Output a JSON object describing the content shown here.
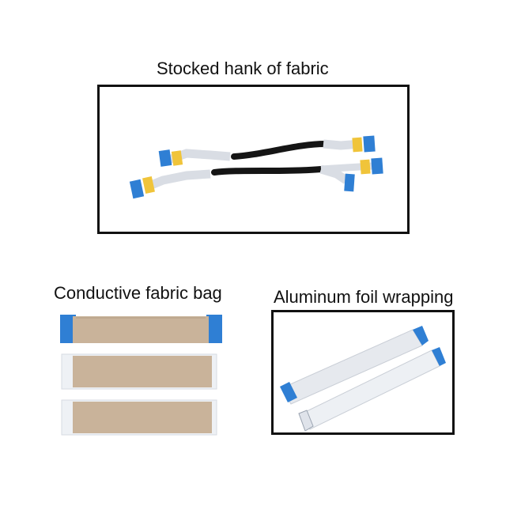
{
  "panels": {
    "top": {
      "caption": "Stocked hank of fabric"
    },
    "bottom_left": {
      "caption": "Conductive fabric bag"
    },
    "bottom_right": {
      "caption": "Aluminum foil wrapping"
    }
  },
  "colors": {
    "connector_blue": "#2f7fd4",
    "stiffener_yellow": "#f0c43a",
    "cable_black": "#151515",
    "ribbon_silver": "#dfe3ea",
    "fabric_tan": "#c9b39a",
    "frame_border": "#111111"
  }
}
